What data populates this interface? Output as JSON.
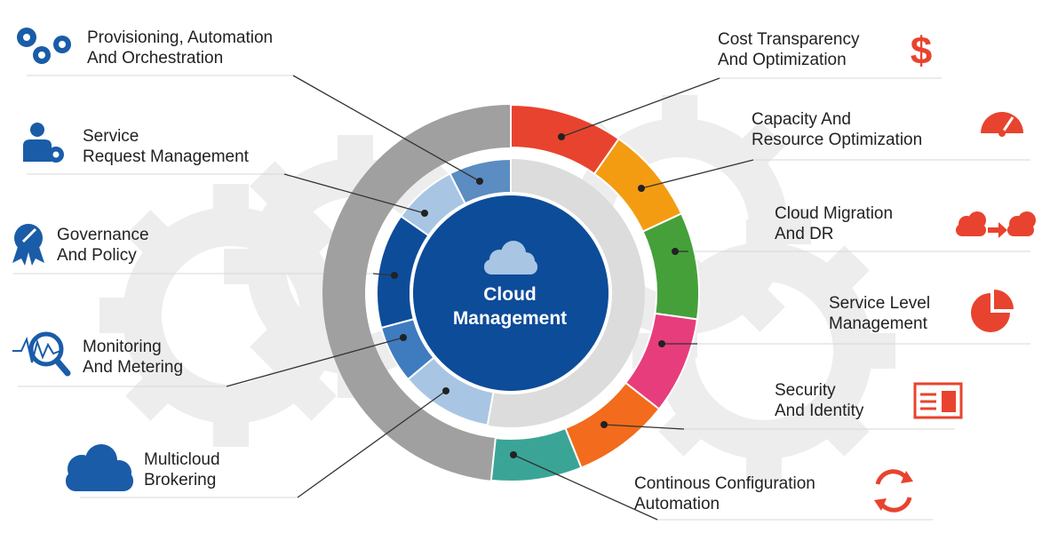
{
  "center": {
    "line1": "Cloud",
    "line2": "Management"
  },
  "left_items": [
    {
      "line1": "Provisioning, Automation",
      "line2": "And Orchestration",
      "icon": "gears-icon",
      "segment_color": "#5b8cc2"
    },
    {
      "line1": "Service",
      "line2": "Request Management",
      "icon": "user-gear-icon",
      "segment_color": "#a9c5e4"
    },
    {
      "line1": "Governance",
      "line2": "And Policy",
      "icon": "certificate-badge-icon",
      "segment_color": "#0d4c99"
    },
    {
      "line1": "Monitoring",
      "line2": "And Metering",
      "icon": "magnifier-waveform-icon",
      "segment_color": "#3f7bbf"
    },
    {
      "line1": "Multicloud",
      "line2": "Brokering",
      "icon": "clouds-icon",
      "segment_color": "#a9c5e4"
    }
  ],
  "right_items": [
    {
      "line1": "Cost Transparency",
      "line2": "And Optimization",
      "icon": "dollar-icon",
      "segment_color": "#e8432e"
    },
    {
      "line1": "Capacity And",
      "line2": "Resource Optimization",
      "icon": "gauge-icon",
      "segment_color": "#f39c12"
    },
    {
      "line1": "Cloud Migration",
      "line2": "And DR",
      "icon": "cloud-migration-icon",
      "segment_color": "#45a03a"
    },
    {
      "line1": "Service Level",
      "line2": "Management",
      "icon": "pie-chart-icon",
      "segment_color": "#e73d7c"
    },
    {
      "line1": "Security",
      "line2": "And Identity",
      "icon": "id-card-icon",
      "segment_color": "#f36b1c"
    },
    {
      "line1": "Continous Configuration",
      "line2": "Automation",
      "icon": "refresh-icon",
      "segment_color": "#3aa597"
    }
  ],
  "colors": {
    "blue": "#1a5ca8",
    "orange_red": "#e8432e",
    "outer_ring": "#a0a0a0",
    "inner_ring": "#dcdcdc",
    "gear_bg": "#ededed"
  }
}
